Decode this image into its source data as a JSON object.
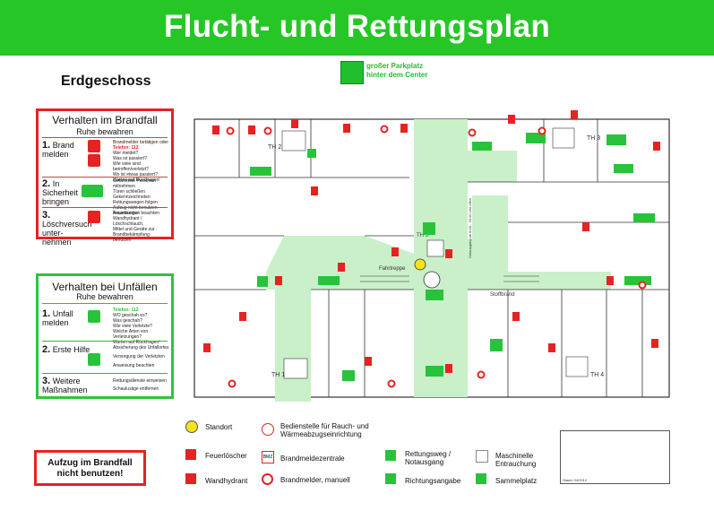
{
  "title": "Flucht- und Rettungsplan",
  "floor": "Erdgeschoss",
  "parking": [
    "großer Parkplatz",
    "hinter dem Center"
  ],
  "fire_box": {
    "title": "Verhalten im Brandfall",
    "subtitle": "Ruhe bewahren",
    "steps": [
      {
        "num": "1.",
        "label": "Brand melden",
        "text": [
          "Brandmelder betätigen oder",
          "Telefon:   112",
          "Wer meldet?",
          "Was ist passiert?",
          "Wie viele sind betroffen/verletzt?",
          "Wo ist etwas passiert?",
          "Warten auf Rückfragen!"
        ]
      },
      {
        "num": "2.",
        "label": "In Sicherheit bringen",
        "text": [
          "Gefährdete Personen mitnehmen",
          "Türen schließen",
          "Gekennzeichneten Rettungswegen folgen",
          "Aufzug nicht benutzen",
          "Anweisungen beachten"
        ]
      },
      {
        "num": "3.",
        "label": "Löschversuch unter-nehmen",
        "text": [
          "Feuerlöscher",
          "Wandhydrant / Löschschlauch,",
          "Mittel und Geräte zur Brandbekämpfung",
          "benutzen"
        ]
      }
    ]
  },
  "accident_box": {
    "title": "Verhalten bei Unfällen",
    "subtitle": "Ruhe bewahren",
    "steps": [
      {
        "num": "1.",
        "label": "Unfall melden",
        "text": [
          "Telefon:   112",
          "WO geschah es?",
          "Was geschah?",
          "Wie viele Verletzte?",
          "Welche Arten von Verletzungen?",
          "Warten auf Rückfragen!"
        ]
      },
      {
        "num": "2.",
        "label": "Erste Hilfe",
        "text": [
          "Absicherung des Unfallortes",
          "Versorgung der Verletzten",
          "Anweisung beachten"
        ]
      },
      {
        "num": "3.",
        "label": "Weitere Maßnahmen",
        "text": [
          "Rettungsdienste einweisen",
          "Schaulustige entfernen"
        ]
      }
    ]
  },
  "warning": "Aufzug im Brandfall nicht benutzen!",
  "legend": [
    {
      "icon": "standort-icon",
      "label": "Standort",
      "color": "#f5e21b"
    },
    {
      "icon": "feuerloescher-icon",
      "label": "Feuerlöscher",
      "color": "#e52323"
    },
    {
      "icon": "wandhydrant-icon",
      "label": "Wandhydrant",
      "color": "#e52323"
    },
    {
      "icon": "rwa-icon",
      "label": "Bedienstelle für Rauch- und Wärmeabzugseinrichtung",
      "color": "#e52323"
    },
    {
      "icon": "bmz-icon",
      "label": "Brandmeldezentrale",
      "color": "#e52323"
    },
    {
      "icon": "brandmelder-icon",
      "label": "Brandmelder, manuell",
      "color": "#e52323"
    },
    {
      "icon": "rettungsweg-icon",
      "label": "Rettungsweg / Notausgang",
      "color": "#28c33a"
    },
    {
      "icon": "richtung-icon",
      "label": "Richtungsangabe",
      "color": "#28c33a"
    },
    {
      "icon": "entrauchung-icon",
      "label": "Maschinelle Entrauchung",
      "color": "#888888"
    },
    {
      "icon": "sammelplatz-icon",
      "label": "Sammelplatz",
      "color": "#28c33a"
    }
  ],
  "plan_labels": {
    "th1": "TH 1",
    "th2": "TH 2",
    "th3": "TH 3",
    "th4": "TH 4",
    "th5": "TH 5",
    "fahrtreppe": "Fahrtreppe",
    "stoffbrand": "Stoffbrand",
    "notice": "Notausgang ab 8:00 - 20:00 Uhr offen"
  },
  "stamp": "Stand: 04/2012",
  "colors": {
    "header": "#27c627",
    "fire": "#e52323",
    "green": "#28c33a",
    "corridor": "#c9f0c9"
  }
}
